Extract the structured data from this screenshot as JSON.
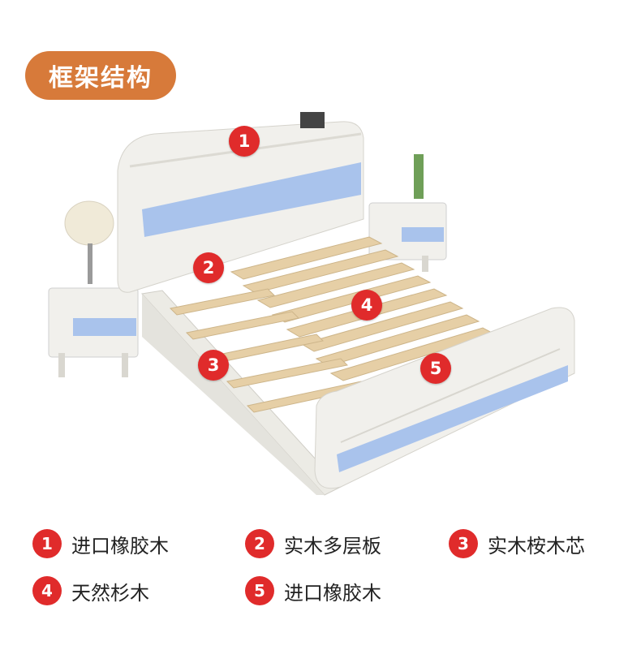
{
  "title": "框架结构",
  "markers": [
    "1",
    "2",
    "3",
    "4",
    "5"
  ],
  "legend": [
    {
      "num": "1",
      "text": "进口橡胶木"
    },
    {
      "num": "2",
      "text": "实木多层板"
    },
    {
      "num": "3",
      "text": "实木桉木芯"
    },
    {
      "num": "4",
      "text": "天然杉木"
    },
    {
      "num": "5",
      "text": "进口橡胶木"
    }
  ],
  "colors": {
    "accent": "#d77a3a",
    "marker": "#e02b2b",
    "panel_blue": "#a9c3ec",
    "frame_white": "#efeee9",
    "slat_wood": "#e6cfa6"
  }
}
